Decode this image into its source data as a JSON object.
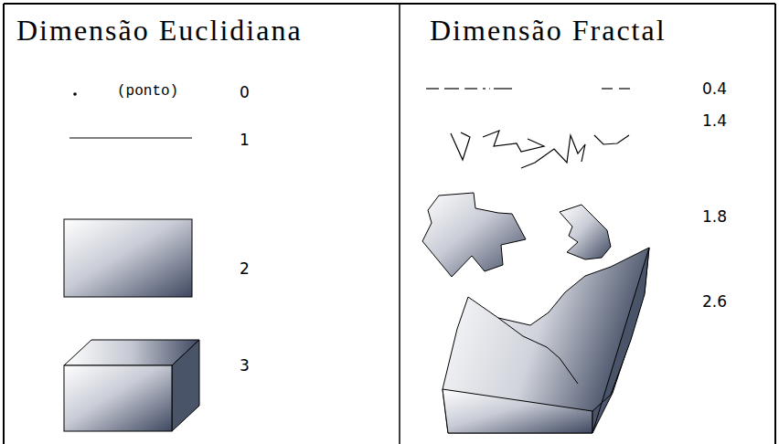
{
  "diagram": {
    "labels": [
      "Dimensão Euclidiana",
      "Dimensão Fractal",
      "(ponto)",
      "0",
      "1",
      "2",
      "3",
      "0.4",
      "1.4",
      "1.8",
      "2.6"
    ]
  }
}
